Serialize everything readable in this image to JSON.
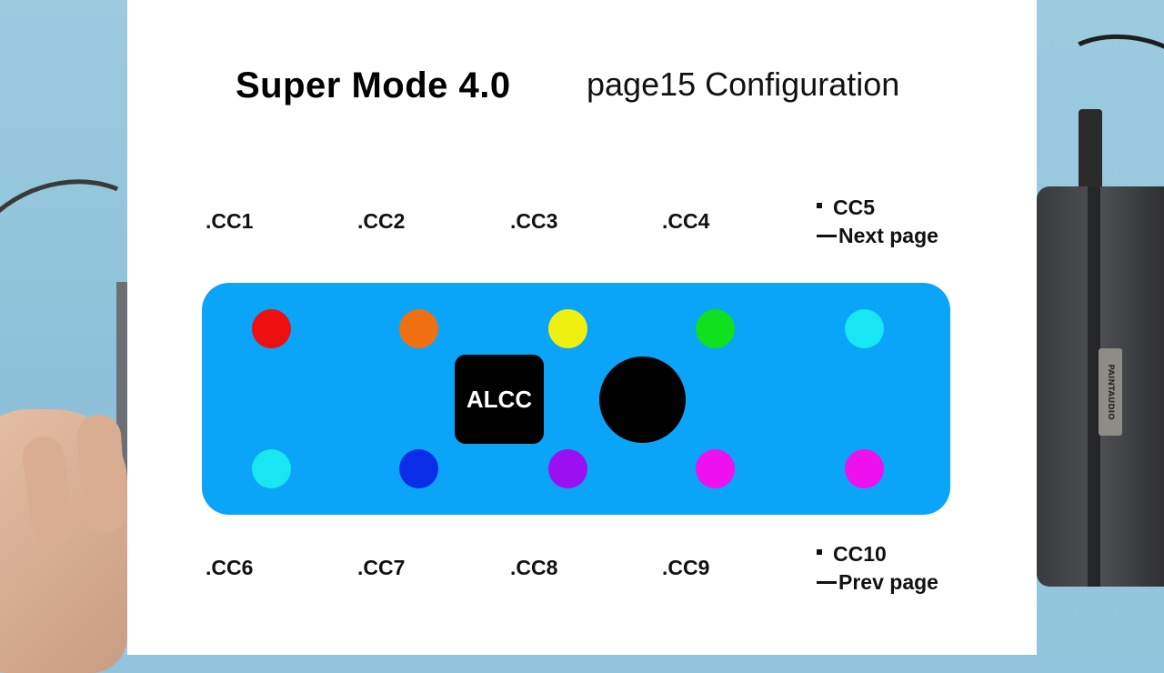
{
  "title": "Super Mode 4.0",
  "subtitle": "page15 Configuration",
  "top_labels": [
    ".CC1",
    ".CC2",
    ".CC3",
    ".CC4"
  ],
  "top_right": {
    "line1": "CC5",
    "line2": "Next page"
  },
  "bottom_labels": [
    ".CC6",
    ".CC7",
    ".CC8",
    ".CC9"
  ],
  "bottom_right": {
    "line1": "CC10",
    "line2": "Prev page"
  },
  "board": {
    "center_button": "ALCC",
    "color": "#0aa4f8",
    "top_leds": [
      "#ee1010",
      "#ee7010",
      "#f0f010",
      "#10e020",
      "#18e6f2"
    ],
    "bottom_leds": [
      "#18e6f2",
      "#0a2ee8",
      "#9a10ee",
      "#ee10ee",
      "#ee10ee"
    ]
  },
  "background": {
    "brand_tag": "PAINTAUDIO"
  }
}
